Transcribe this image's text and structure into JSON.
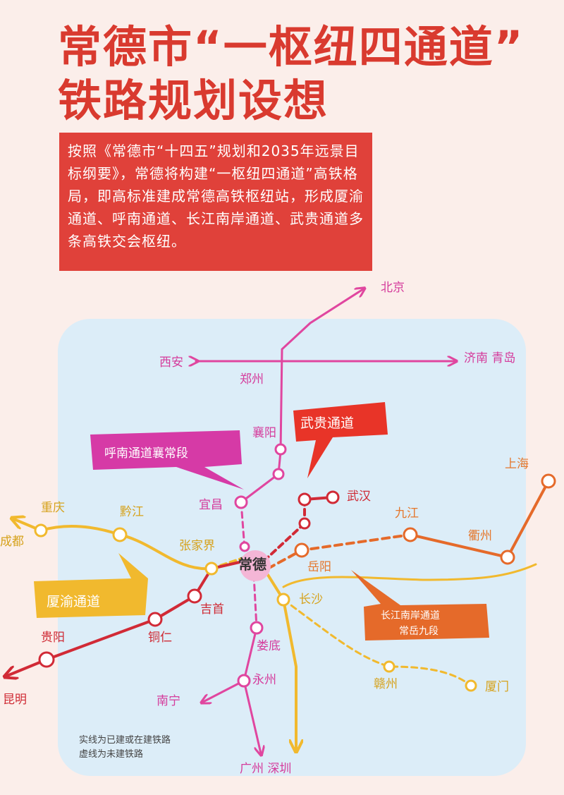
{
  "title_line1": "常德市“一枢纽四通道”",
  "title_line2": "铁路规划设想",
  "intro": "按照《常德市“十四五”规划和2035年远景目标纲要》，常德将构建“一枢纽四通道”高铁格局，即高标准建成常德高铁枢纽站，形成厦渝通道、呼南通道、长江南岸通道、武贵通道多条高铁交会枢纽。",
  "callouts": {
    "wugui": "武贵通道",
    "hunan": "呼南通道襄常段",
    "xiayu": "厦渝通道",
    "changjiang_1": "长江南岸通道",
    "changjiang_2": "常岳九段"
  },
  "cities": {
    "beijing": "北京",
    "xian": "西安",
    "zhengzhou": "郑州",
    "jinan_qingdao": "济南 青岛",
    "xiangyang": "襄阳",
    "yichang": "宜昌",
    "wuhan": "武汉",
    "shanghai": "上海",
    "jiujiang": "九江",
    "quzhou": "衢州",
    "chongqing": "重庆",
    "chengdu": "成都",
    "qianjiang": "黔江",
    "zhangjiajie": "张家界",
    "changde": "常德",
    "yueyang": "岳阳",
    "changsha": "长沙",
    "jishou": "吉首",
    "tongren": "铜仁",
    "guiyang": "贵阳",
    "kunming": "昆明",
    "loudi": "娄底",
    "yongzhou": "永州",
    "nanning": "南宁",
    "ganzhou": "赣州",
    "xiamen": "厦门",
    "guangzhou_shenzhen": "广州 深圳"
  },
  "legend": {
    "solid": "实线为已建或在建铁路",
    "dashed": "虚线为未建铁路"
  },
  "colors": {
    "title": "#d93a2f",
    "hunan_line": "#e0469f",
    "wugui_line": "#d12a36",
    "changjiang_line": "#e56a2a",
    "xiayu_line": "#f1b92e",
    "map_bg": "#dcedf8"
  }
}
